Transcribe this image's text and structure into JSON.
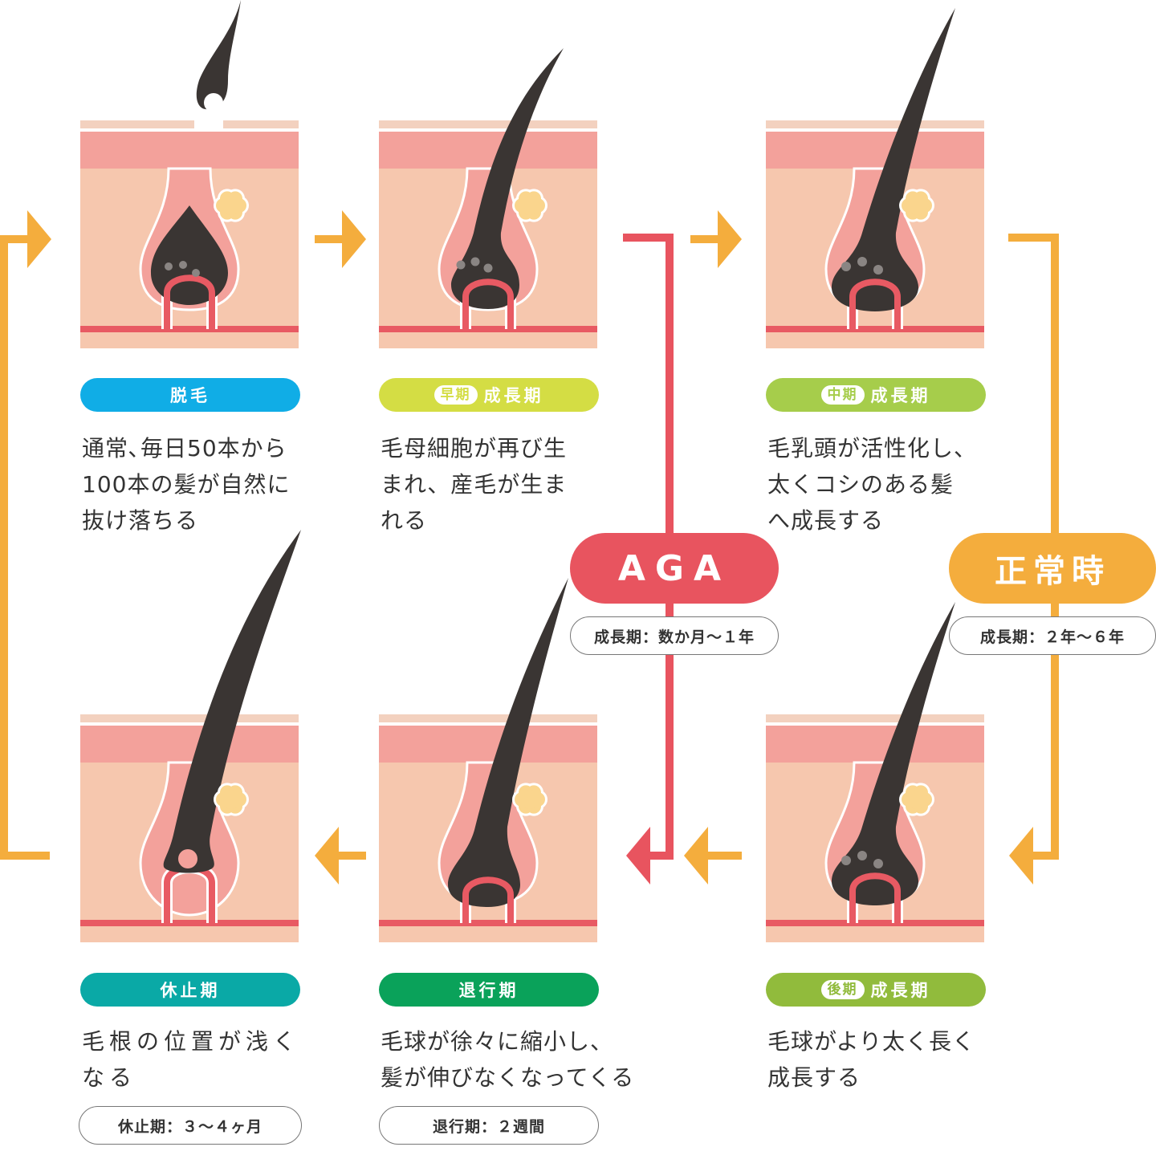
{
  "colors": {
    "hair": "#3a3533",
    "skin_top": "#f3a19b",
    "skin_base": "#f6c7ae",
    "skin_edge": "#f3d1bf",
    "vessel": "#e85a63",
    "gland": "#fad58d",
    "bulb": "#f3a19b",
    "arrow_orange": "#f4ad3d",
    "arrow_red": "#e8545f"
  },
  "stages": [
    {
      "id": "datsumou",
      "title": "脱毛",
      "sub": "",
      "color": "#10ade6",
      "desc": "通常､毎日50本から\n100本の髪が自然に\n抜け落ちる",
      "duration": "",
      "hair": "shedding"
    },
    {
      "id": "early",
      "title": "成長期",
      "sub": "早期",
      "color": "#d4dd44",
      "desc": "毛母細胞が再び生\nまれ、産毛が生ま\nれる",
      "duration": "",
      "hair": "early"
    },
    {
      "id": "middle",
      "title": "成長期",
      "sub": "中期",
      "color": "#a6cd4b",
      "desc": "毛乳頭が活性化し、\n太くコシのある髪\nへ成長する",
      "duration": "",
      "hair": "full"
    },
    {
      "id": "late",
      "title": "成長期",
      "sub": "後期",
      "color": "#91bb3c",
      "desc": "毛球がより太く長く\n成長する",
      "duration": "",
      "hair": "full"
    },
    {
      "id": "taikou",
      "title": "退行期",
      "sub": "",
      "color": "#0aa25a",
      "desc": "毛球が徐々に縮小し、\n髪が伸びなくなってくる",
      "duration": "退行期：２週間",
      "hair": "regress"
    },
    {
      "id": "kyuushi",
      "title": "休止期",
      "sub": "",
      "color": "#0aa9a6",
      "desc": "毛根の位置が浅く\nなる",
      "duration": "休止期：３～４ヶ月",
      "hair": "rest"
    }
  ],
  "aga": {
    "label": "AGA",
    "duration": "成長期：数か月～１年",
    "color": "#e8545f"
  },
  "normal": {
    "label": "正常時",
    "duration": "成長期：２年～６年",
    "color": "#f4ad3d"
  }
}
